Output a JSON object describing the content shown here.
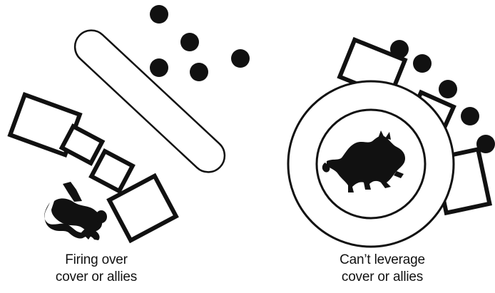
{
  "captions": {
    "left": {
      "line1": "Firing over",
      "line2": "cover or allies"
    },
    "right": {
      "line1": "Can’t leverage",
      "line2": "cover or allies"
    }
  },
  "colors": {
    "ink": "#111111",
    "background": "#ffffff"
  },
  "icons": {
    "left_figure": "character-figure",
    "right_figure": "beast-figure"
  }
}
